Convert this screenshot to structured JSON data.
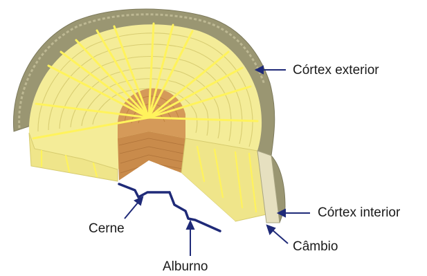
{
  "labels": {
    "cortex_exterior": "Córtex exterior",
    "cortex_interior": "Córtex interior",
    "cambio": "Câmbio",
    "cerne": "Cerne",
    "alburno": "Alburno"
  },
  "colors": {
    "outer_bark": "#9a9672",
    "bark_highlight": "#b9b58e",
    "sapwood": "#f4ec98",
    "sapwood_side": "#efe58a",
    "heartwood": "#d59a59",
    "heartwood_side": "#c98b4b",
    "rays": "#fff35c",
    "rings": "#d8cd72",
    "arrow": "#1f2a78"
  }
}
